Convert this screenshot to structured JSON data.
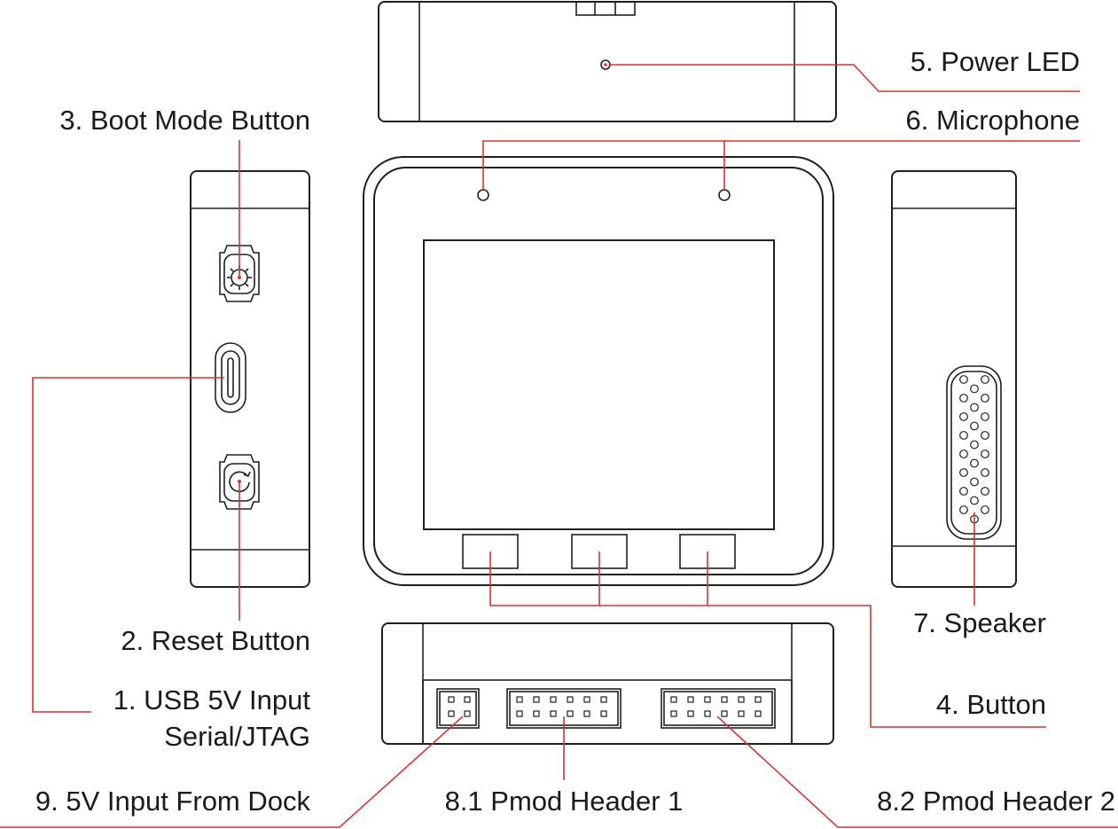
{
  "labels": {
    "power_led": "5. Power LED",
    "microphone": "6. Microphone",
    "boot_mode_button": "3. Boot Mode Button",
    "reset_button": "2. Reset Button",
    "usb_input_line1": "1. USB 5V Input",
    "usb_input_line2": "Serial/JTAG",
    "speaker": "7. Speaker",
    "button": "4. Button",
    "dock_input": "9. 5V Input From Dock",
    "pmod_header_1": "8.1 Pmod Header 1",
    "pmod_header_2": "8.2 Pmod Header 2"
  },
  "colors": {
    "leader_line": "#d6342c",
    "outline": "#1f1f1f",
    "text": "#1a1a1a",
    "background": "#ffffff"
  },
  "icons": {
    "boot_mode_button": "gear-icon",
    "reset_button": "rotate-icon",
    "usb_port": "usb-c-port-icon"
  }
}
